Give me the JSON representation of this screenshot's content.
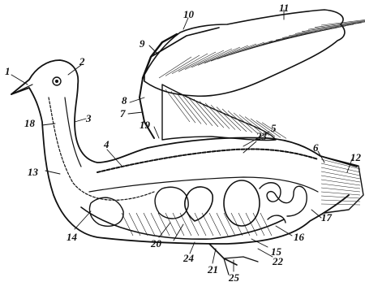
{
  "labels": [
    "1",
    "2",
    "3",
    "4",
    "5",
    "6",
    "7",
    "8",
    "9",
    "10",
    "11",
    "12",
    "13",
    "14",
    "15",
    "16",
    "17",
    "18",
    "19",
    "20",
    "21",
    "22",
    "23",
    "24",
    "25"
  ],
  "colors": {
    "ink": "#111111",
    "paper": "#ffffff"
  }
}
